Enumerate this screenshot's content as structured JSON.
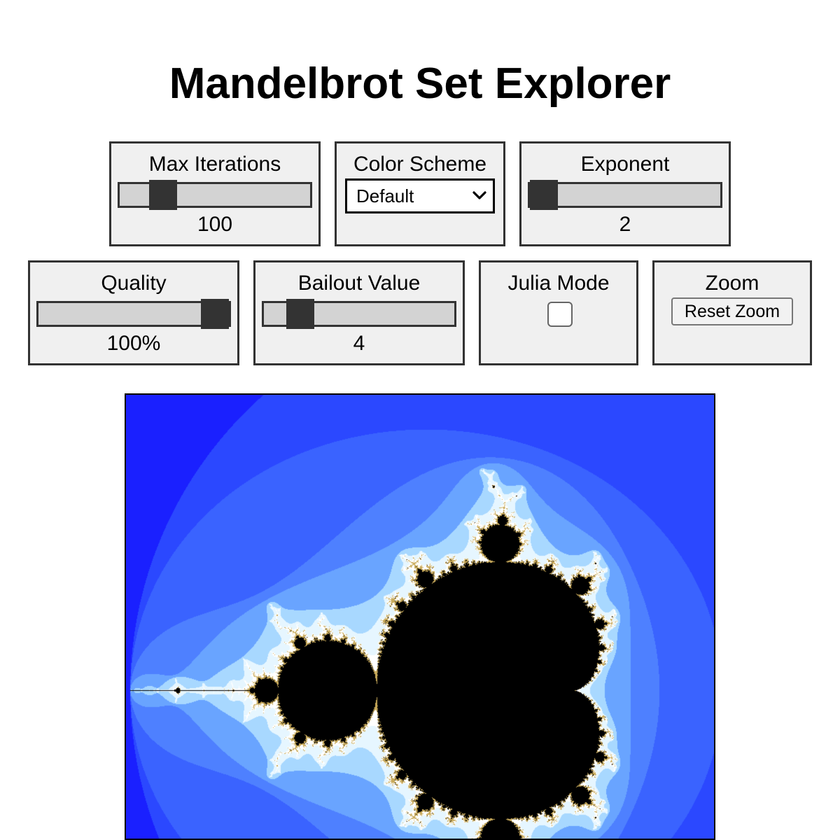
{
  "header": {
    "title": "Mandelbrot Set Explorer"
  },
  "controls": {
    "max_iterations": {
      "label": "Max Iterations",
      "value": "100",
      "slider_fraction": 0.18
    },
    "color_scheme": {
      "label": "Color Scheme",
      "selected": "Default"
    },
    "exponent": {
      "label": "Exponent",
      "value": "2",
      "slider_fraction": 0.0
    },
    "quality": {
      "label": "Quality",
      "value": "100%",
      "slider_fraction": 1.0
    },
    "bailout": {
      "label": "Bailout Value",
      "value": "4",
      "slider_fraction": 0.14
    },
    "julia_mode": {
      "label": "Julia Mode",
      "checked": false
    },
    "zoom": {
      "label": "Zoom",
      "reset_label": "Reset Zoom"
    }
  },
  "colors": {
    "panel_background": "#f0f0f0",
    "panel_border": "#333333",
    "slider_track": "#d3d3d3",
    "slider_thumb": "#333333",
    "set_interior": "#000000",
    "band_outer": "#1a20ff",
    "band_1": "#2b48ff",
    "band_2": "#3a63ff",
    "band_3": "#4e80ff",
    "band_4": "#69a4ff",
    "band_5": "#a8d8ff",
    "band_6": "#e6f6ff"
  }
}
